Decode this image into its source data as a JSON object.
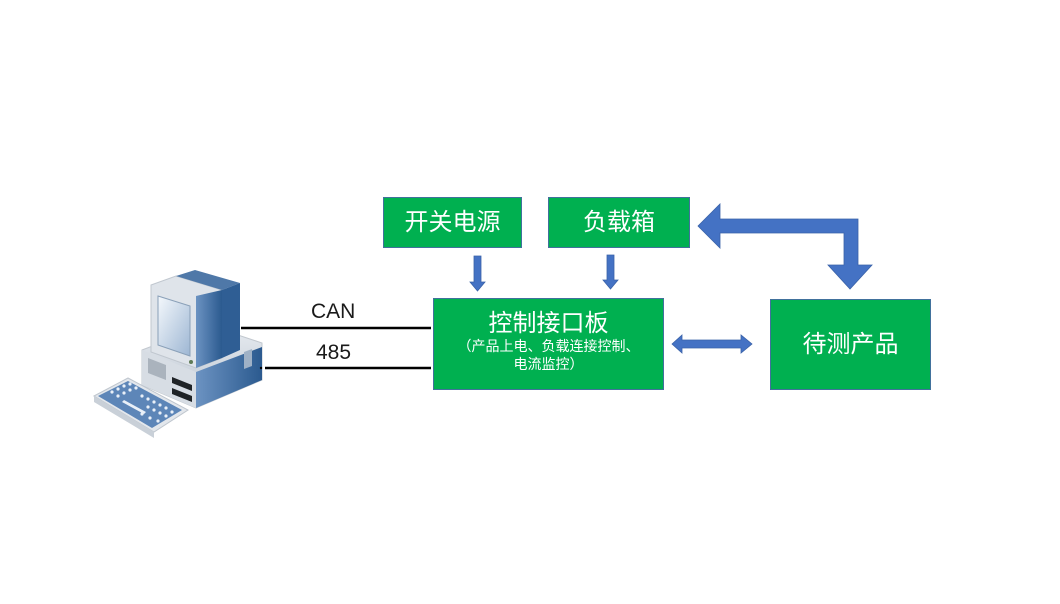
{
  "diagram": {
    "nodes": {
      "computer": {
        "label": "",
        "icon": "desktop-computer-icon"
      },
      "switch_power": {
        "label": "开关电源"
      },
      "load_box": {
        "label": "负载箱"
      },
      "control_board": {
        "label": "控制接口板",
        "sublabel_line1": "（产品上电、负载连接控制、",
        "sublabel_line2": "电流监控）"
      },
      "dut": {
        "label": "待测产品"
      }
    },
    "connections": [
      {
        "from": "computer",
        "to": "control_board",
        "label": "CAN",
        "type": "line"
      },
      {
        "from": "computer",
        "to": "control_board",
        "label": "485",
        "type": "line"
      },
      {
        "from": "switch_power",
        "to": "control_board",
        "type": "arrow"
      },
      {
        "from": "load_box",
        "to": "control_board",
        "type": "arrow"
      },
      {
        "from": "control_board",
        "to": "dut",
        "type": "double-arrow"
      },
      {
        "from": "load_box",
        "to": "dut",
        "type": "elbow-double-arrow"
      }
    ],
    "colors": {
      "box_fill": "#00b050",
      "box_border": "#41719c",
      "arrow_fill": "#4472c4",
      "line": "#000000"
    }
  }
}
